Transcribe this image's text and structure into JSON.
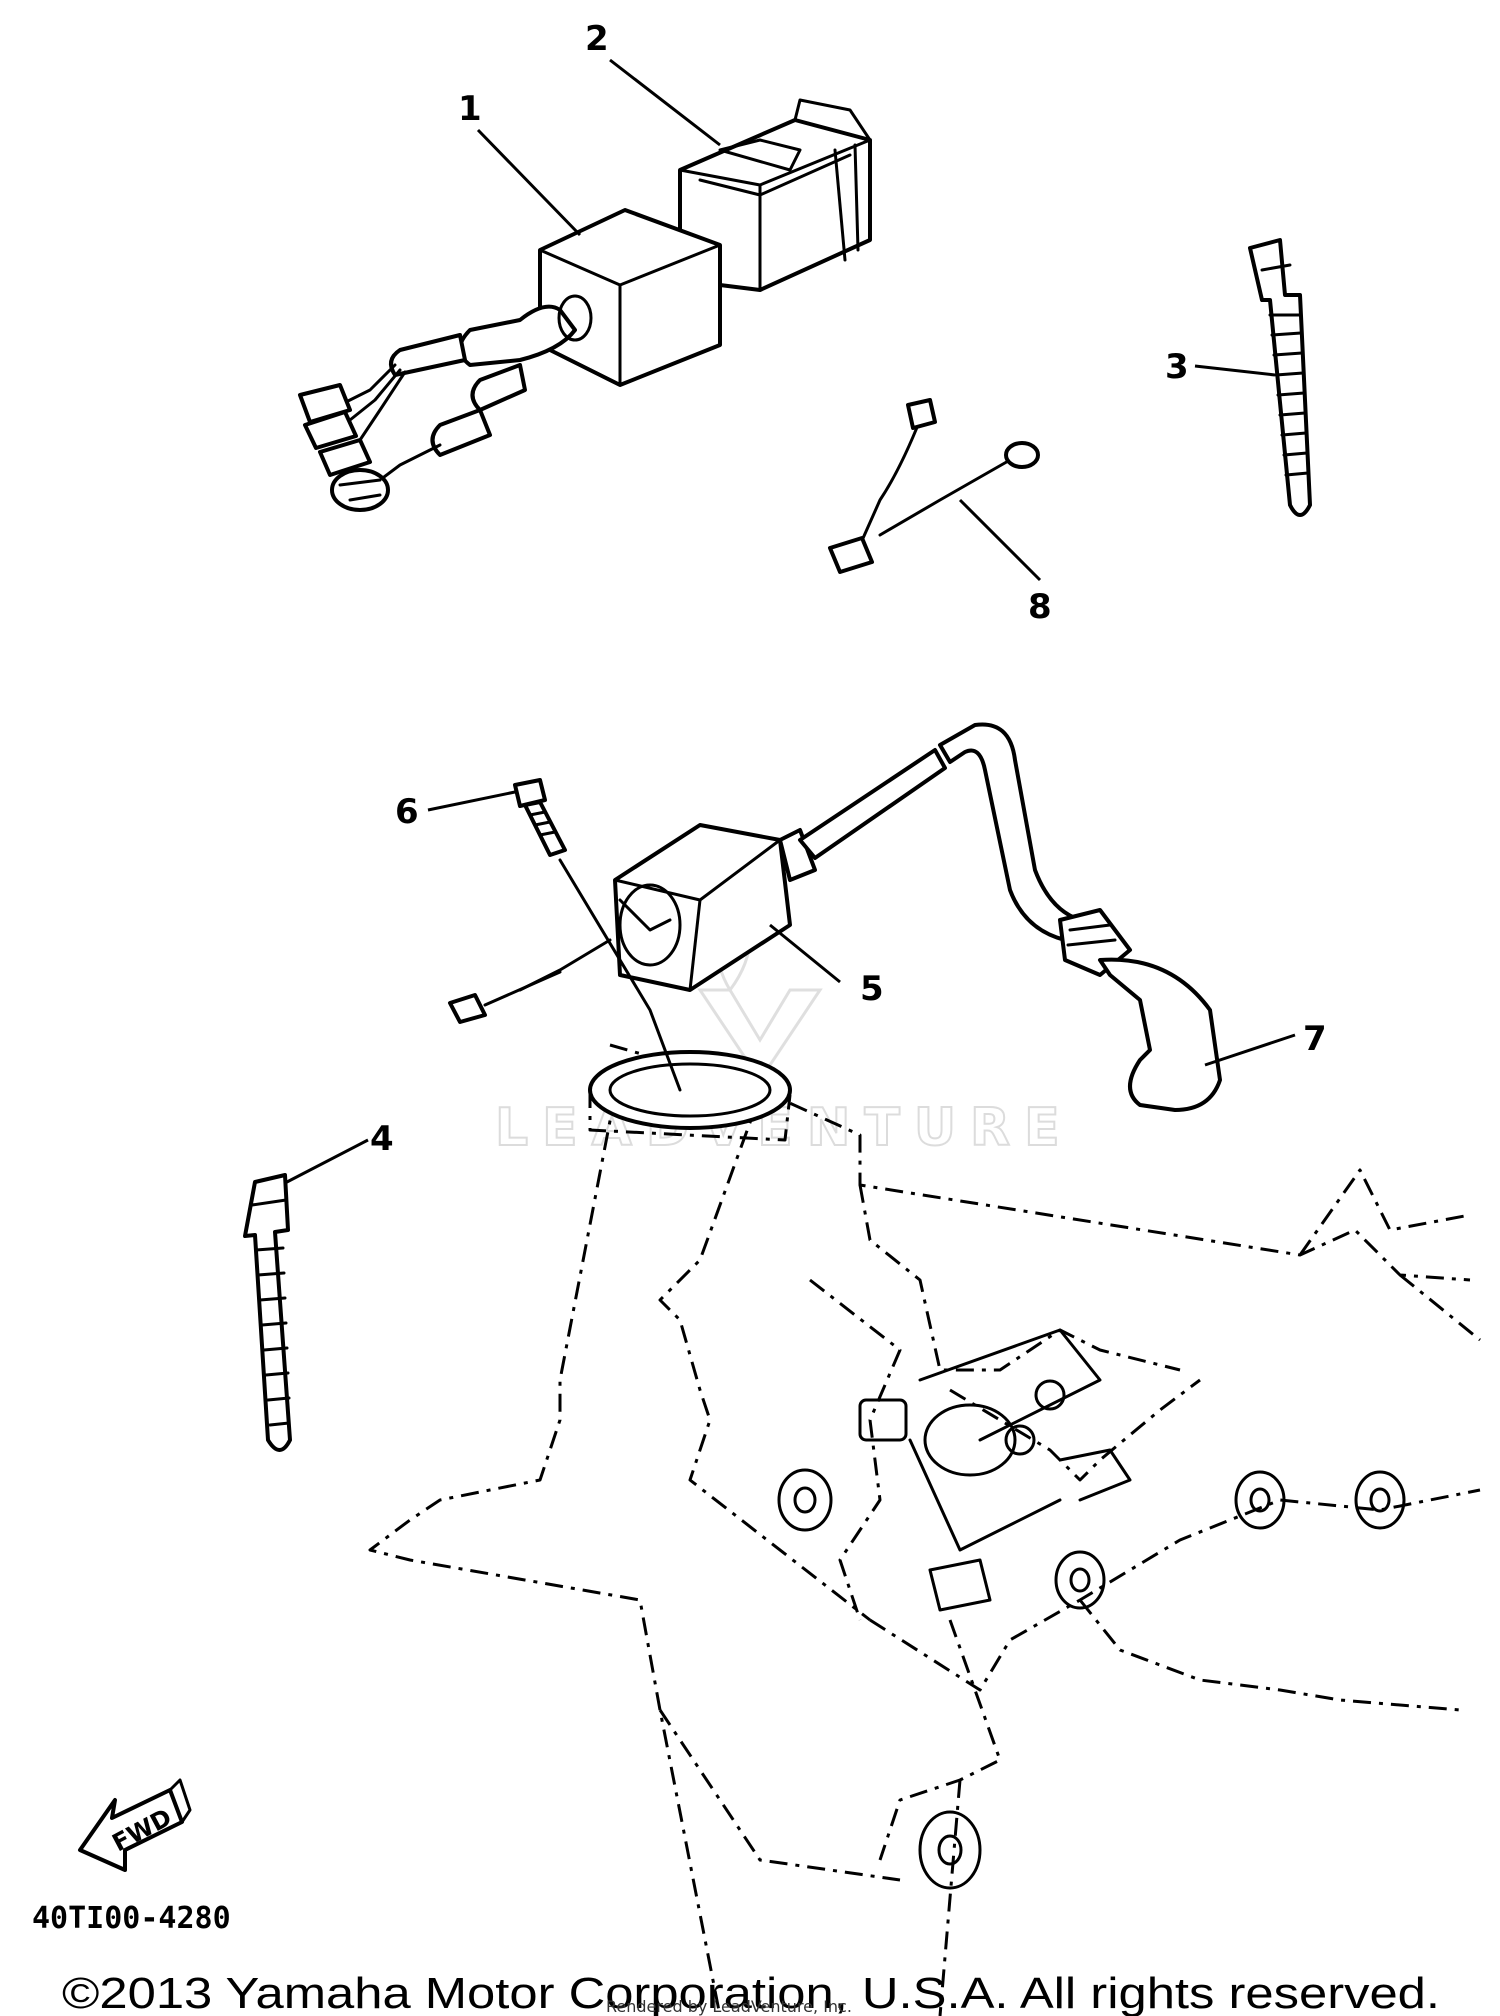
{
  "callouts": {
    "c1": "1",
    "c2": "2",
    "c3": "3",
    "c4": "4",
    "c5": "5",
    "c6": "6",
    "c7": "7",
    "c8": "8"
  },
  "fwd_label": "FWD",
  "diagram_code": "40TI00-4280",
  "copyright": "©2013 Yamaha Motor Corporation, U.S.A. All rights reserved.",
  "rendered_by": "Rendered by LeadVenture, Inc.",
  "watermark": "LEADVENTURE"
}
